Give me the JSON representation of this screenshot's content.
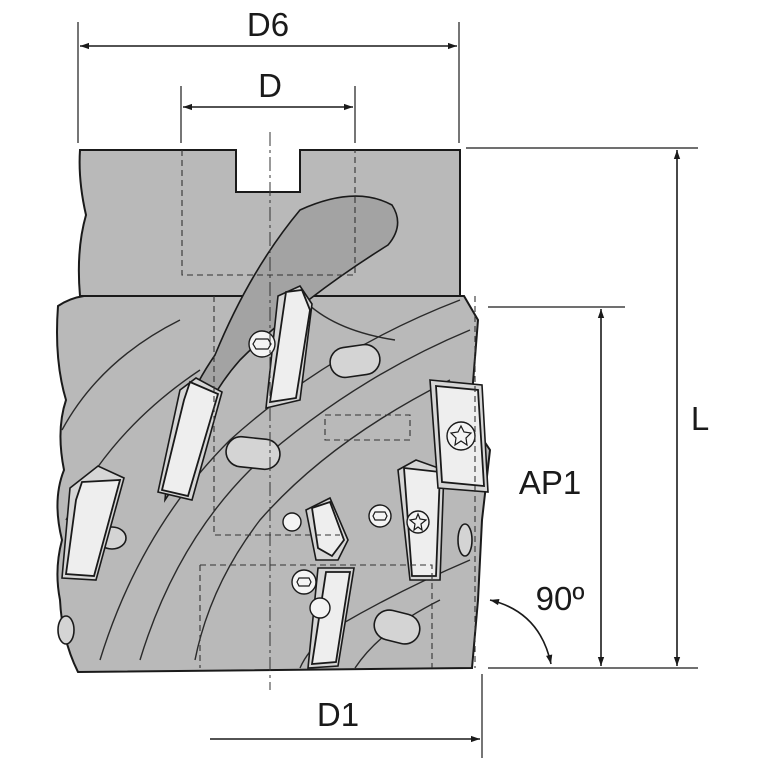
{
  "labels": {
    "d6": "D6",
    "d": "D",
    "l": "L",
    "ap1": "AP1",
    "angle": "90º",
    "d1": "D1"
  },
  "icons": {
    "screw_head": "torx-screw-icon"
  }
}
